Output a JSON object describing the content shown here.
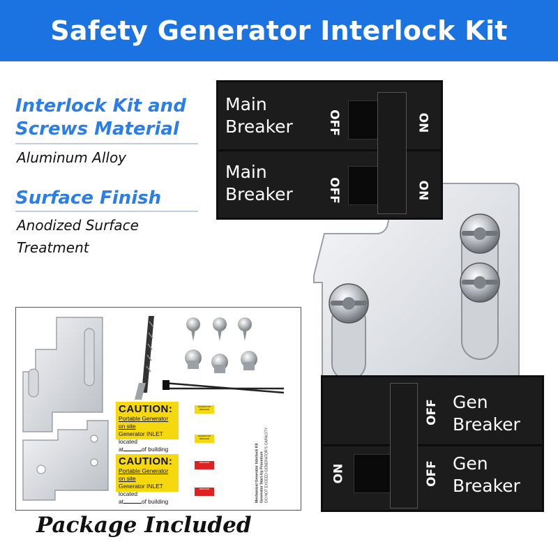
{
  "header": {
    "title": "Safety Generator Interlock Kit"
  },
  "specs": [
    {
      "heading_lines": [
        "Interlock Kit and",
        "Screws Material"
      ],
      "value_lines": [
        "Aluminum Alloy"
      ]
    },
    {
      "heading_lines": [
        "Surface Finish"
      ],
      "value_lines": [
        "Anodized Surface",
        "Treatment"
      ]
    }
  ],
  "breakers": {
    "main": [
      {
        "name_lines": [
          "Main",
          "Breaker"
        ],
        "off_label": "OFF",
        "on_label": "ON"
      },
      {
        "name_lines": [
          "Main",
          "Breaker"
        ],
        "off_label": "OFF",
        "on_label": "ON"
      }
    ],
    "gen": [
      {
        "name_lines": [
          "Gen",
          "Breaker"
        ],
        "off_label": "OFF"
      },
      {
        "name_lines": [
          "Gen",
          "Breaker"
        ],
        "off_label": "OFF",
        "on_label": "ON"
      }
    ]
  },
  "package": {
    "caption": "Package Included",
    "caution_labels": [
      {
        "title": "CAUTION:",
        "line1": "Portable Generator on site",
        "line2": "Generator INLET located",
        "line3_a": "at",
        "line3_b": "of building"
      },
      {
        "title": "CAUTION:",
        "line1": "Portable Generator on site",
        "line2": "Generator INLET located",
        "line3_a": "at",
        "line3_b": "of building"
      }
    ],
    "mini_labels": [
      "GENERATOR BREAKER",
      "GENERATOR BREAKER",
      "BREAKER",
      "BREAKER"
    ],
    "instructions": {
      "title": "Mechanical Generator Interlock Kit",
      "subtitle": "Generator Start-Up Procedure",
      "warning": "DO NOT EXCEED GENERATOR'S CAPACITY"
    }
  },
  "colors": {
    "banner": "#1a73e0",
    "heading_blue": "#2b7de9",
    "panel_dark": "#1c1c1c",
    "caution_yellow": "#f6d80e",
    "plate_silver": "#e4e6e9"
  }
}
